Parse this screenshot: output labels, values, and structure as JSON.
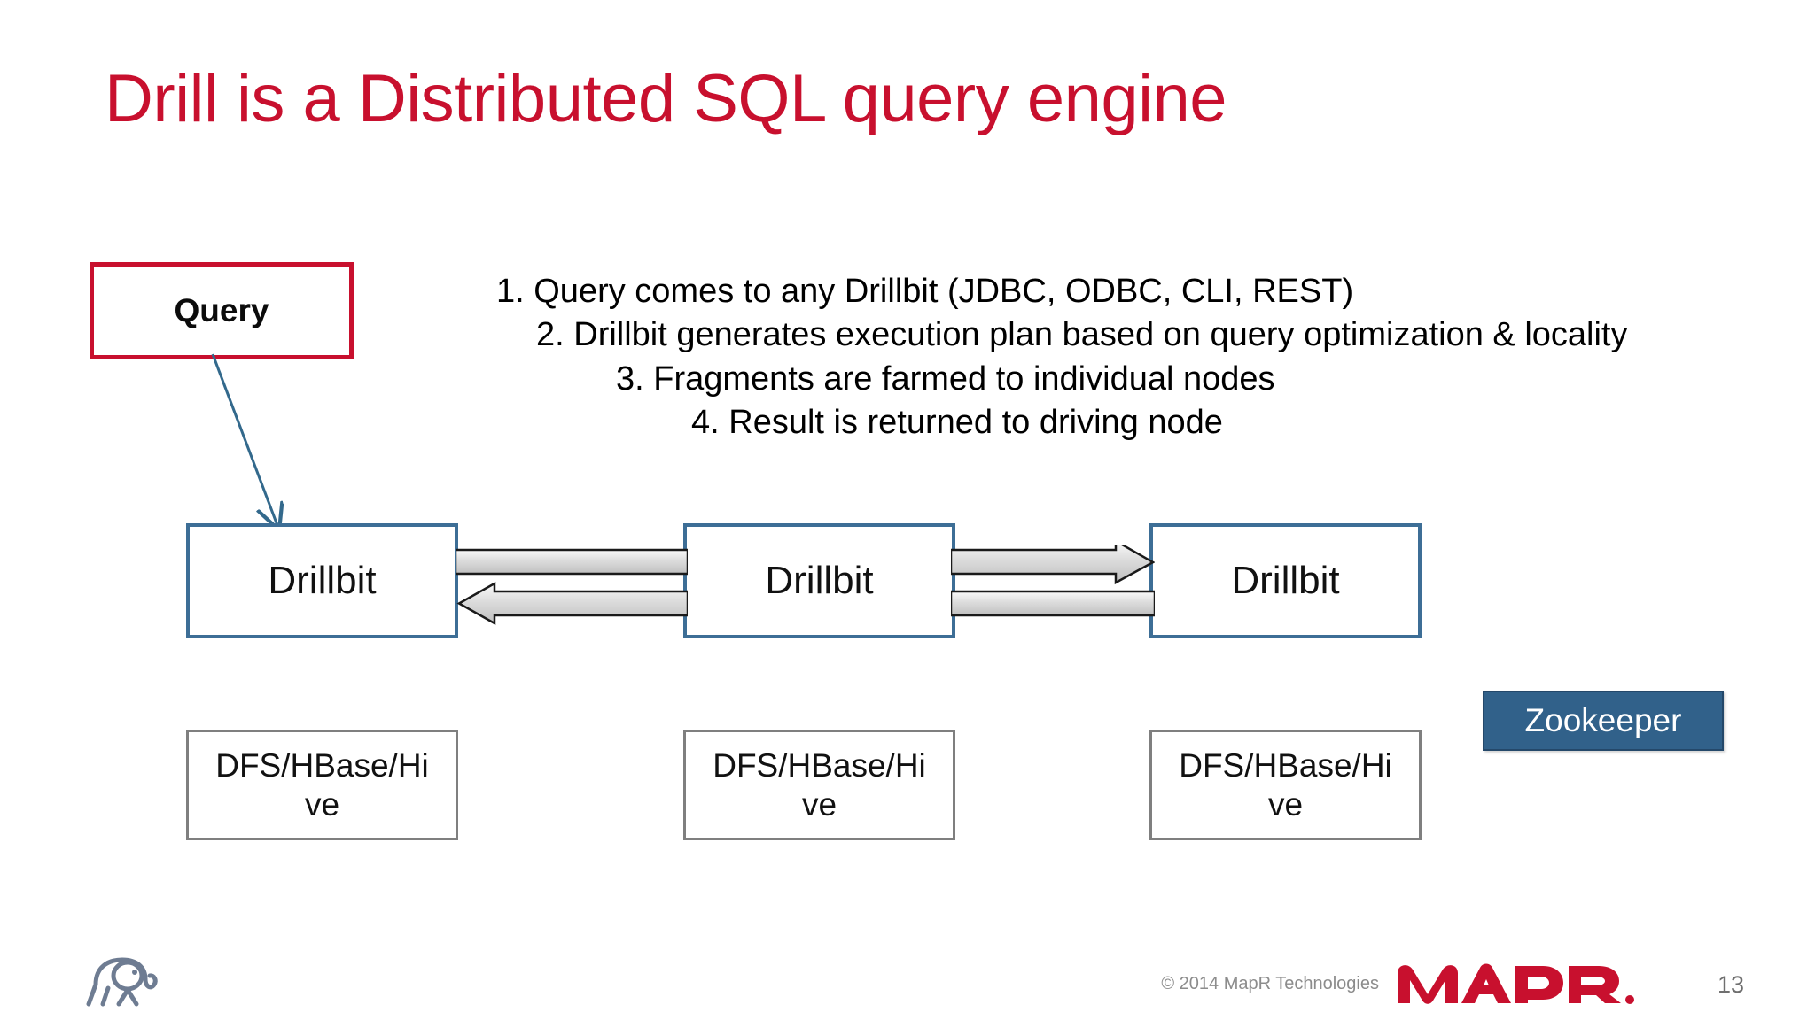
{
  "slide": {
    "title": "Drill is a Distributed SQL query engine",
    "title_color": "#C8102E",
    "background_color": "#FFFFFF"
  },
  "query": {
    "label": "Query",
    "border_color": "#C8102E",
    "text_color": "#000000"
  },
  "connector": {
    "name": "query-to-drillbit-arrow",
    "color": "#33698C"
  },
  "steps": [
    {
      "text": "1. Query comes to any Drillbit (JDBC, ODBC, CLI, REST)"
    },
    {
      "text": "2. Drillbit generates execution plan based on query optimization & locality"
    },
    {
      "text": "3. Fragments are farmed to individual nodes"
    },
    {
      "text": "4. Result is returned to driving node"
    }
  ],
  "drillbits": [
    {
      "label": "Drillbit"
    },
    {
      "label": "Drillbit"
    },
    {
      "label": "Drillbit"
    }
  ],
  "drillbit_style": {
    "border_color": "#3D6E96",
    "fill_color": "#FFFFFF"
  },
  "arrows": {
    "left_group": {
      "top": {
        "direction": "right",
        "has_head": false
      },
      "bottom": {
        "direction": "left",
        "has_head": true
      }
    },
    "right_group": {
      "top": {
        "direction": "right",
        "has_head": true
      },
      "bottom": {
        "direction": "left",
        "has_head": false
      }
    },
    "fill_light": "#F2F2F2",
    "fill_dark": "#B8B8B8",
    "outline_color": "#1A1A1A"
  },
  "storage": [
    {
      "label": "DFS/HBase/Hive"
    },
    {
      "label": "DFS/HBase/Hive"
    },
    {
      "label": "DFS/HBase/Hive"
    }
  ],
  "storage_style": {
    "border_color": "#7F7F7F",
    "fill_color": "#FFFFFF"
  },
  "zookeeper": {
    "label": "Zookeeper",
    "fill_color": "#31618A",
    "text_color": "#FFFFFF",
    "border_color": "#24486A"
  },
  "footer": {
    "copyright": "© 2014 MapR Technologies",
    "brand": "MAPR",
    "brand_color": "#C8102E",
    "page_number": "13",
    "elephant_icon": "elephant-logo-icon",
    "text_color": "#8C8C8C"
  }
}
